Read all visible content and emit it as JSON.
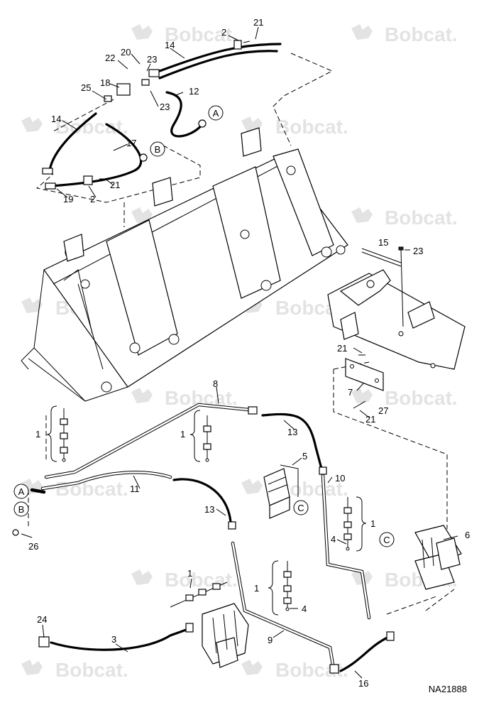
{
  "watermark": "Bobcat.",
  "figure_id": "NA21888",
  "callouts": [
    "1",
    "2",
    "3",
    "4",
    "5",
    "6",
    "7",
    "8",
    "9",
    "10",
    "11",
    "12",
    "13",
    "14",
    "15",
    "16",
    "17",
    "18",
    "19",
    "20",
    "21",
    "22",
    "23",
    "24",
    "25",
    "26",
    "27"
  ],
  "connectors": [
    "A",
    "B",
    "C"
  ]
}
